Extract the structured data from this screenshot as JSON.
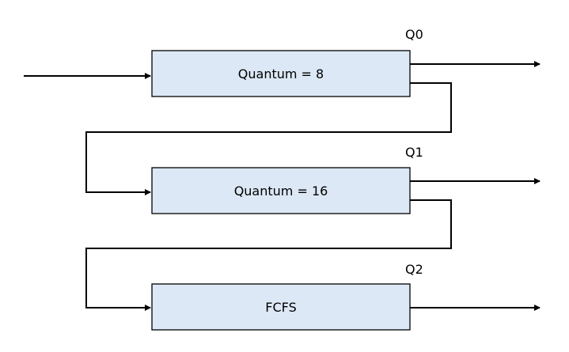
{
  "diagram": {
    "queues": [
      {
        "name": "Q0",
        "label": "Quantum = 8"
      },
      {
        "name": "Q1",
        "label": "Quantum = 16"
      },
      {
        "name": "Q2",
        "label": "FCFS"
      }
    ]
  }
}
